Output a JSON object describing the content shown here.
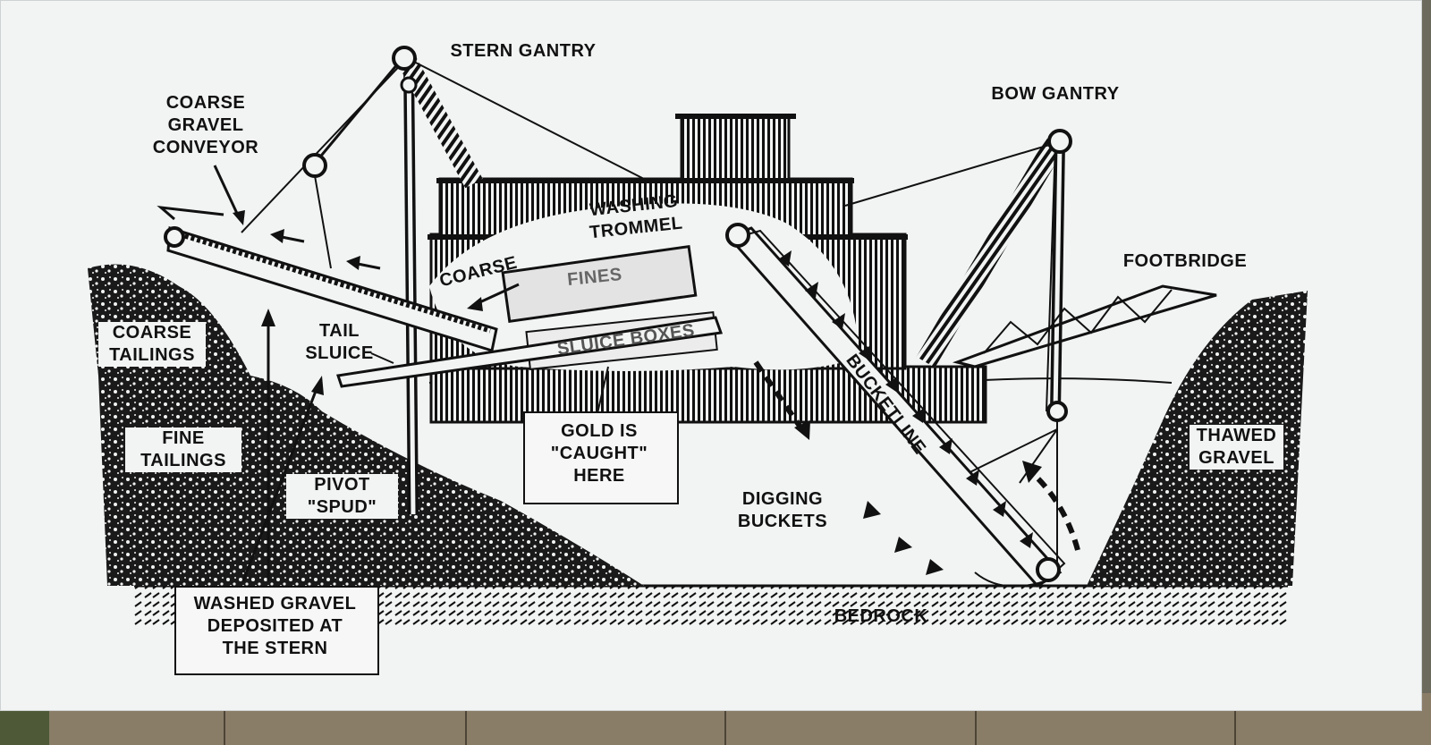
{
  "diagram": {
    "labels": {
      "stern_gantry": "STERN GANTRY",
      "bow_gantry": "BOW GANTRY",
      "coarse_gravel_conveyor": "COARSE\nGRAVEL\nCONVEYOR",
      "washing_trommel": "WASHING\nTROMMEL",
      "coarse": "COARSE",
      "fines": "FINES",
      "sluice_boxes": "SLUICE BOXES",
      "footbridge": "FOOTBRIDGE",
      "coarse_tailings": "COARSE\nTAILINGS",
      "tail_sluice": "TAIL\nSLUICE",
      "fine_tailings": "FINE\nTAILINGS",
      "pivot_spud": "PIVOT\n\"SPUD\"",
      "gold_caught": "GOLD IS\n\"CAUGHT\"\nHERE",
      "bucketline": "BUCKETLINE",
      "digging_buckets": "DIGGING\nBUCKETS",
      "thawed_gravel": "THAWED\nGRAVEL",
      "washed_gravel": "WASHED GRAVEL\nDEPOSITED AT\nTHE STERN",
      "bedrock": "BEDROCK"
    }
  }
}
